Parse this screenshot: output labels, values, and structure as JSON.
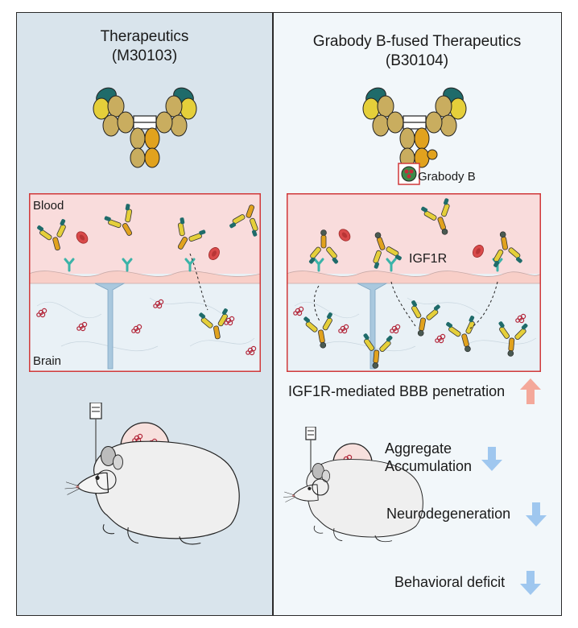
{
  "left": {
    "title_line1": "Therapeutics",
    "title_line2": "(M30103)",
    "blood_label": "Blood",
    "brain_label": "Brain"
  },
  "right": {
    "title_line1": "Grabody B-fused Therapeutics",
    "title_line2": "(B30104)",
    "grabody_label": "Grabody B",
    "receptor_label": "IGF1R",
    "outcomes": [
      {
        "text": "IGF1R-mediated BBB penetration",
        "direction": "up"
      },
      {
        "text": "Aggregate\nAccumulation",
        "direction": "down"
      },
      {
        "text": "Neurodegeneration",
        "direction": "down"
      },
      {
        "text": "Behavioral deficit",
        "direction": "down"
      }
    ]
  },
  "colors": {
    "left_bg": "#d9e4ec",
    "right_bg": "#f2f7fa",
    "panel_border": "#d0393a",
    "blood_bg": "#f9dcdc",
    "brain_bg": "#e9f1f6",
    "up_arrow": "#f4a89a",
    "down_arrow": "#9fc7ef",
    "antibody_teal": "#1f6b6a",
    "antibody_yellow": "#e5cf3a",
    "antibody_tan": "#c9ad5f",
    "antibody_orange": "#e1a21e"
  }
}
